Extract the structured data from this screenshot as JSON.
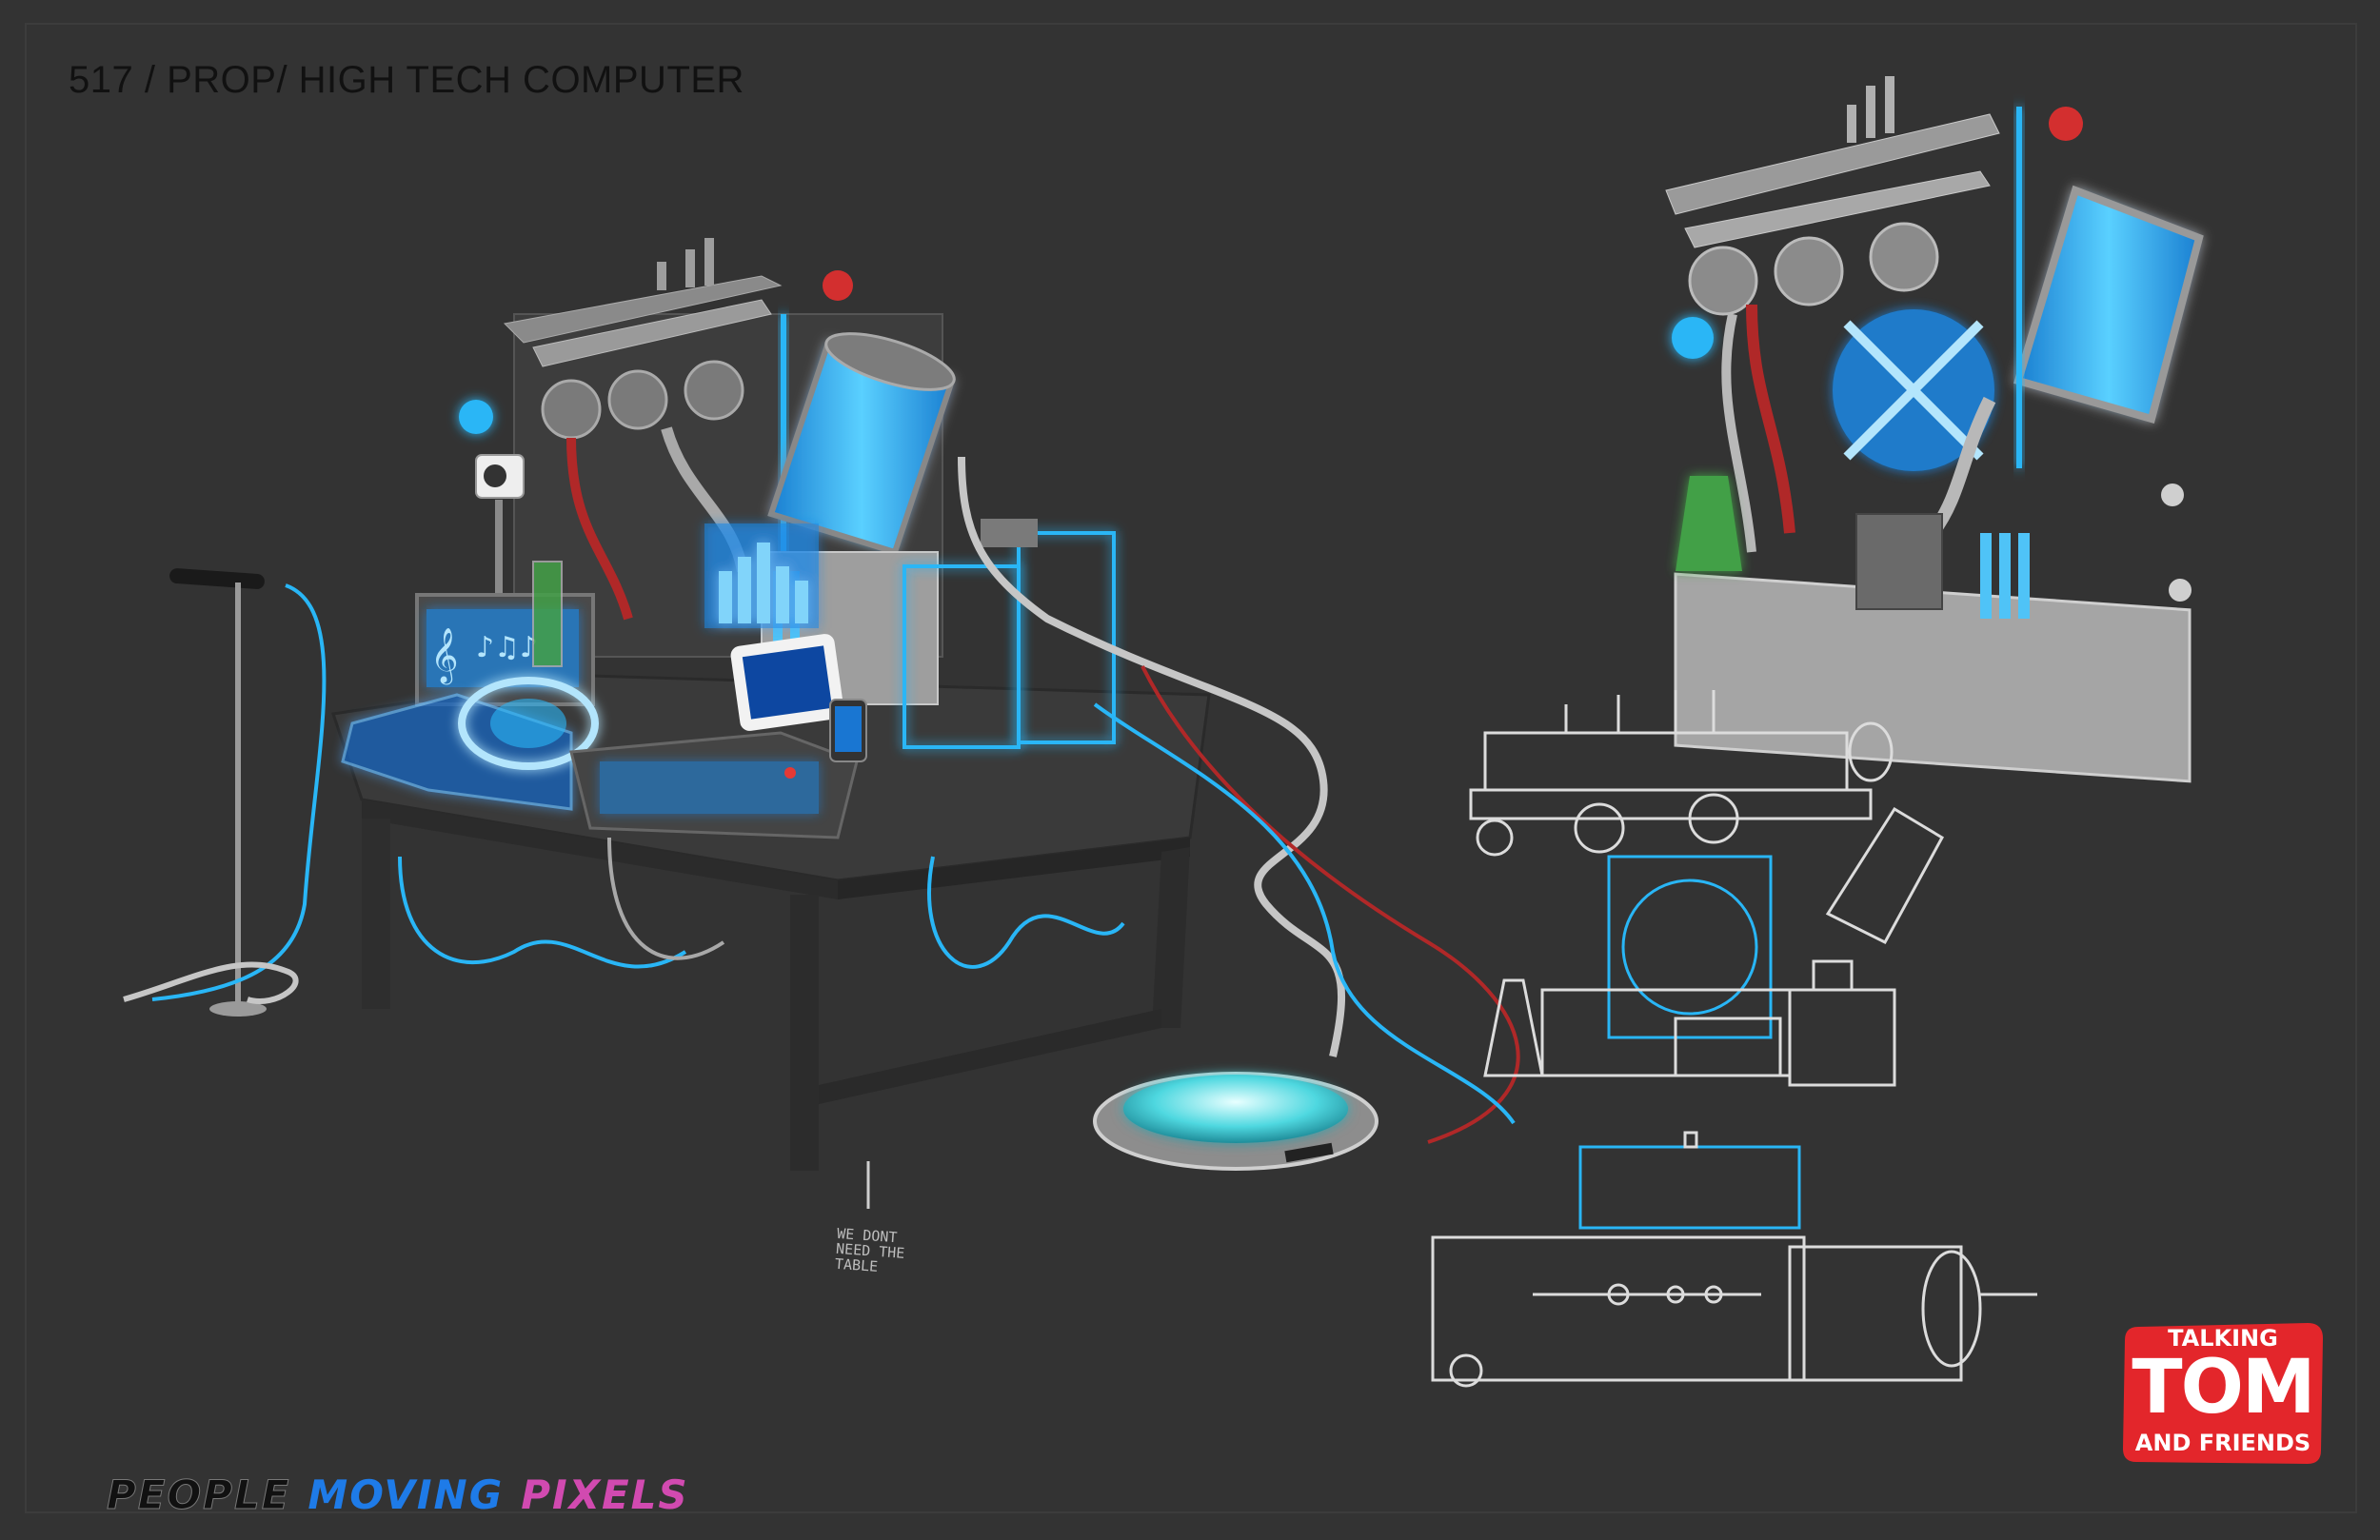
{
  "sheet": {
    "title": "517 / PROP/ HIGH TECH COMPUTER",
    "note_lines": [
      "WE DONT",
      "NEED THE",
      "TABLE"
    ],
    "background_color": "#333333",
    "glow_color": "#29b6f6"
  },
  "studio_logo": {
    "words": [
      "PEOPLE",
      "MOVING",
      "PIXELS"
    ]
  },
  "brand_logo": {
    "line1": "TALKING",
    "line2": "TOM",
    "line3": "AND FRIENDS",
    "color": "#e3262b"
  }
}
